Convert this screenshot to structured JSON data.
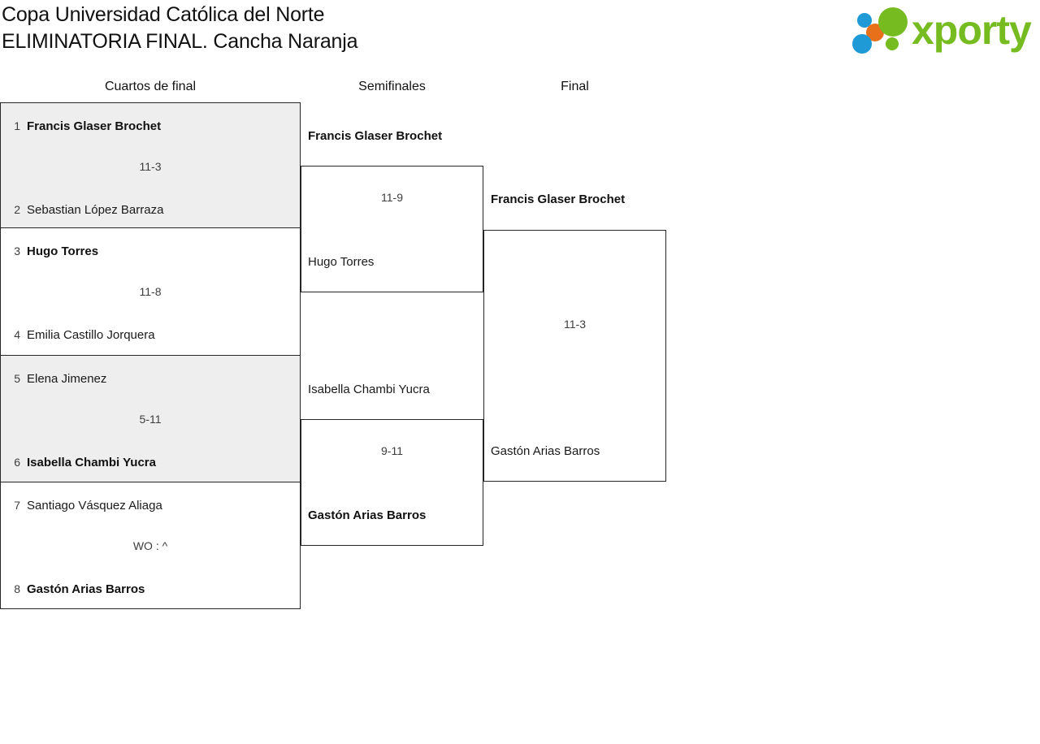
{
  "header": {
    "title_line_1": "Copa Universidad Católica del Norte",
    "title_line_2": "ELIMINATORIA FINAL. Cancha Naranja",
    "logo": {
      "wordmark": "xporty",
      "green": "#76bc21",
      "orange": "#e8701a",
      "blue": "#1f9ad6"
    }
  },
  "rounds": [
    {
      "label": "Cuartos de final"
    },
    {
      "label": "Semifinales"
    },
    {
      "label": "Final"
    }
  ],
  "quarterfinals": [
    {
      "top": {
        "seed": "1",
        "name": "Francis Glaser Brochet",
        "winner": true
      },
      "bottom": {
        "seed": "2",
        "name": "Sebastian López Barraza",
        "winner": false
      },
      "score": "11-3",
      "shaded": true
    },
    {
      "top": {
        "seed": "3",
        "name": "Hugo Torres",
        "winner": true
      },
      "bottom": {
        "seed": "4",
        "name": "Emilia Castillo Jorquera",
        "winner": false
      },
      "score": "11-8",
      "shaded": false
    },
    {
      "top": {
        "seed": "5",
        "name": "Elena Jimenez",
        "winner": false
      },
      "bottom": {
        "seed": "6",
        "name": "Isabella Chambi Yucra",
        "winner": true
      },
      "score": "5-11",
      "shaded": true
    },
    {
      "top": {
        "seed": "7",
        "name": "Santiago Vásquez Aliaga",
        "winner": false
      },
      "bottom": {
        "seed": "8",
        "name": "Gastón Arias Barros",
        "winner": true
      },
      "score": "WO : ^",
      "shaded": false
    }
  ],
  "semifinals": [
    {
      "top": {
        "name": "Francis Glaser Brochet",
        "winner": true
      },
      "bottom": {
        "name": "Hugo Torres",
        "winner": false
      },
      "score": "11-9"
    },
    {
      "top": {
        "name": "Isabella Chambi Yucra",
        "winner": false
      },
      "bottom": {
        "name": "Gastón Arias Barros",
        "winner": true
      },
      "score": "9-11"
    }
  ],
  "final": {
    "top": {
      "name": "Francis Glaser Brochet",
      "winner": true
    },
    "bottom": {
      "name": "Gastón Arias Barros",
      "winner": false
    },
    "score": "11-3"
  }
}
